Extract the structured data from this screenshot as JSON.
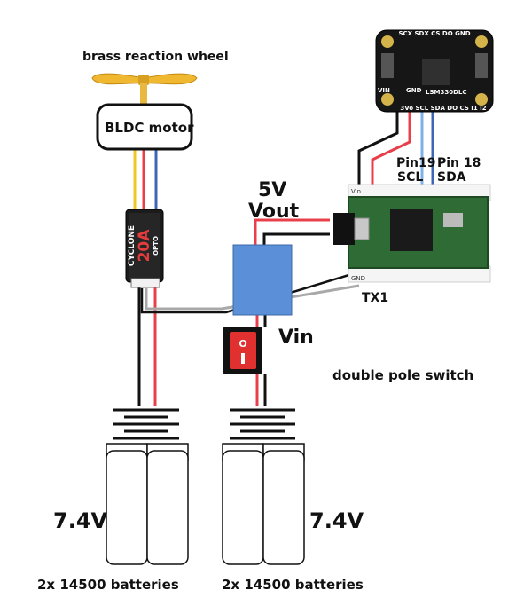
{
  "labels": {
    "reaction_wheel": "brass reaction wheel",
    "motor": "BLDC motor",
    "vout_value": "5V",
    "vout_text": "Vout",
    "vin": "Vin",
    "tx1": "TX1",
    "switch": "double pole switch",
    "pin19": "Pin19",
    "scl": "SCL",
    "pin18": "Pin 18",
    "sda": "SDA",
    "battery_left_voltage": "7.4V",
    "battery_right_voltage": "7.4V",
    "battery_left_caption": "2x 14500 batteries",
    "battery_right_caption": "2x 14500 batteries"
  },
  "sensor_board": {
    "name": "LSM330DLC",
    "top_pins": "SCX SDX CS DO GND",
    "bottom_pins": "3Vo SCL SDA DO CS I1 I2",
    "vin_pin": "VIN",
    "gnd_pin": "GND"
  },
  "esc": {
    "brand": "CYCLONE",
    "rating": "20A",
    "model": "OPTO"
  },
  "teensy": {
    "vin_pin": "Vin",
    "gnd_pin": "GND"
  },
  "colors": {
    "wire_red": "#e8404a",
    "wire_black": "#111111",
    "wire_blue": "#3f66b4",
    "wire_yellow": "#f3c623",
    "wire_gray": "#a8a8a8",
    "wire_light_blue": "#7fb0e8",
    "regulator_blue": "#5b8fd8",
    "switch_red": "#e03030",
    "propeller_yellow": "#f0b830",
    "pcb_green": "#2f6b35"
  }
}
